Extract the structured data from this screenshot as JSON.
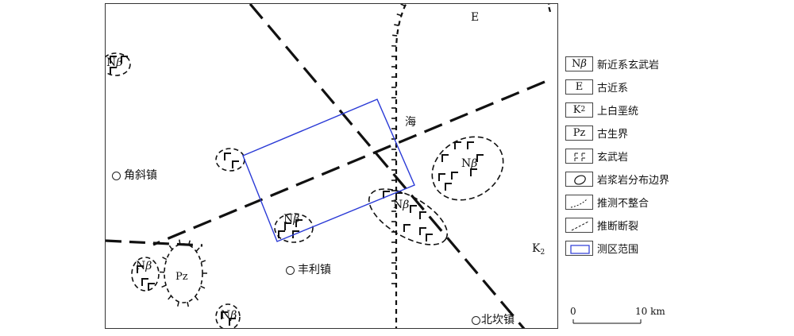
{
  "map": {
    "sea_label": "海",
    "unit_labels": {
      "E": "E",
      "K2_main": "K",
      "K2_sub": "2",
      "Pz": "Pz"
    },
    "nbeta": {
      "N": "N",
      "beta": "β"
    },
    "towns": [
      {
        "id": "jiaoxie",
        "name": "角斜镇"
      },
      {
        "id": "fengli",
        "name": "丰利镇"
      },
      {
        "id": "beikan",
        "name": "北坎镇"
      }
    ]
  },
  "legend": {
    "items": [
      {
        "key": "nbeta",
        "symbol_main": "N",
        "symbol_beta": "β",
        "label": "新近系玄武岩"
      },
      {
        "key": "E",
        "symbol_main": "E",
        "label": "古近系"
      },
      {
        "key": "K2",
        "symbol_main": "K",
        "symbol_sub": "2",
        "label": "上白垩统"
      },
      {
        "key": "Pz",
        "symbol_main": "Pz",
        "label": "古生界"
      },
      {
        "key": "basalt",
        "symbol_icon": "basalt-pattern-icon",
        "label": "玄武岩"
      },
      {
        "key": "magma",
        "symbol_icon": "dashed-ellipse-icon",
        "label": "岩浆岩分布边界"
      },
      {
        "key": "unconformity",
        "symbol_icon": "hatched-line-icon",
        "label": "推测不整合"
      },
      {
        "key": "fault",
        "symbol_icon": "dashed-line-icon",
        "label": "推断断裂"
      },
      {
        "key": "survey",
        "symbol_icon": "blue-rectangle-icon",
        "label": "测区范围",
        "color": "#2a3ad6"
      }
    ]
  },
  "scalebar": {
    "start": "0",
    "end": "10 km"
  },
  "colors": {
    "survey_area": "#2a3ad6",
    "lines": "#111111"
  }
}
